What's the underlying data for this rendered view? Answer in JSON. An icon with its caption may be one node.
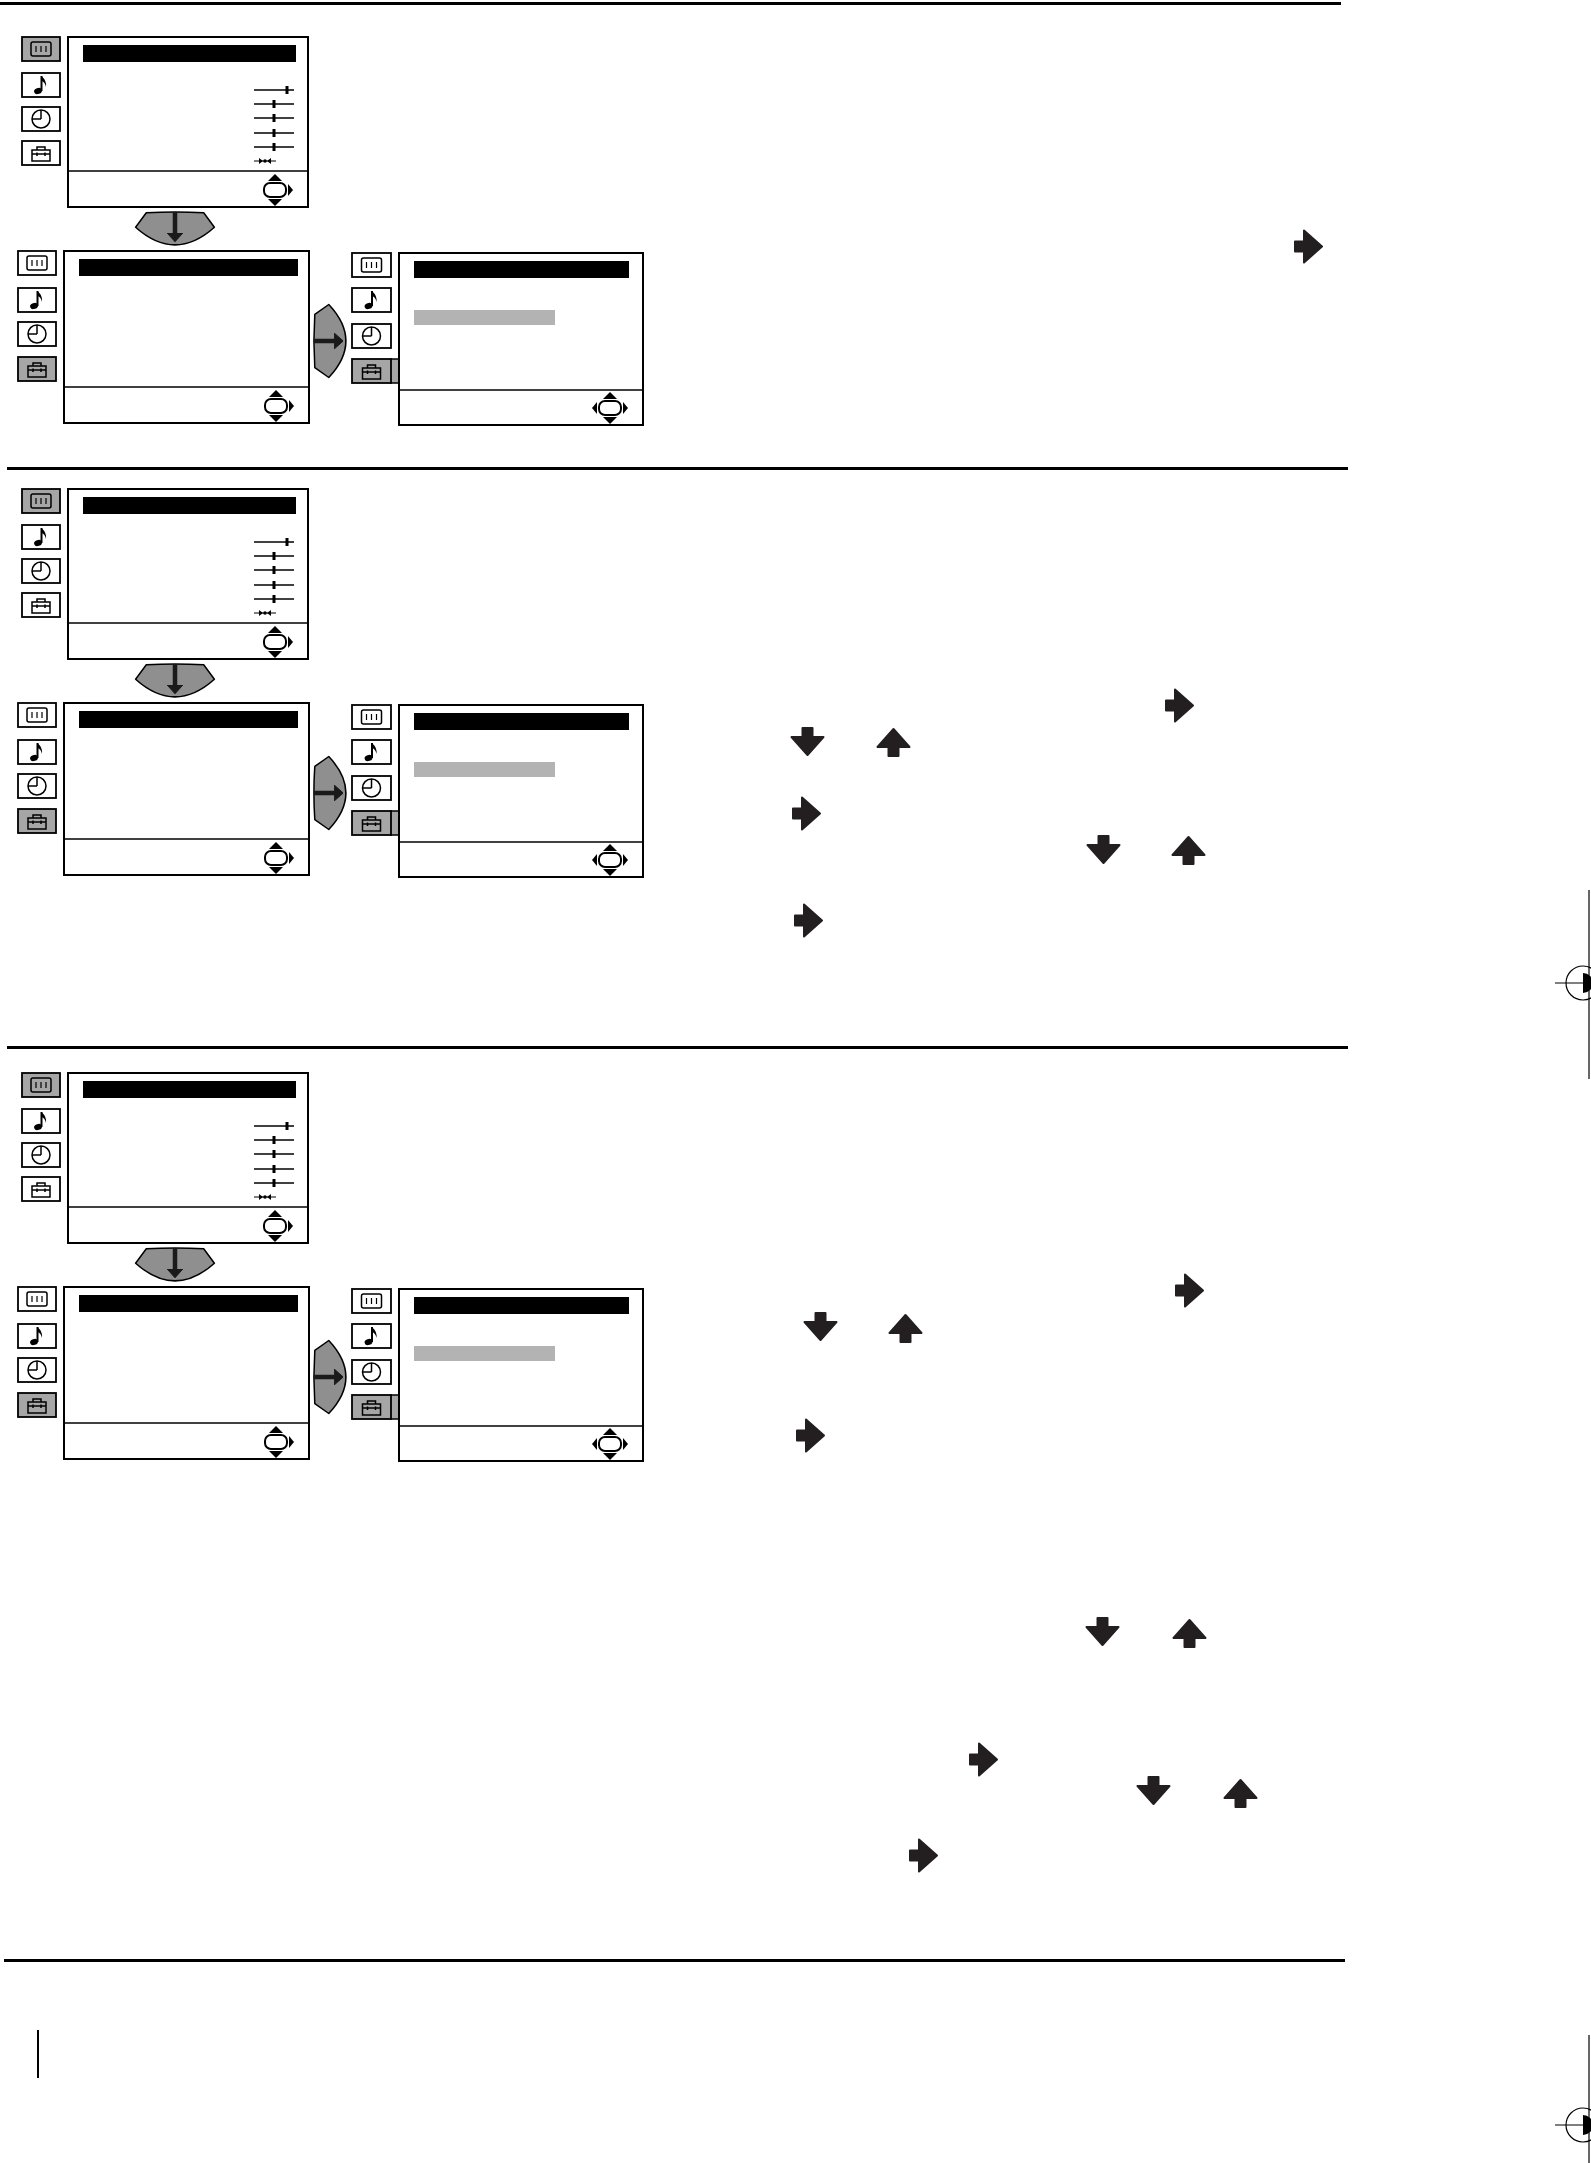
{
  "diagram": {
    "nodes": [
      {
        "text": [],
        "shape": "box"
      },
      {
        "text": [],
        "shape": "box"
      },
      {
        "text": [],
        "shape": "box"
      },
      {
        "text": [],
        "shape": "box"
      },
      {
        "text": [],
        "shape": "box"
      },
      {
        "text": [],
        "shape": "box"
      },
      {
        "text": [],
        "shape": "box"
      },
      {
        "text": [],
        "shape": "box"
      },
      {
        "text": [],
        "shape": "box"
      }
    ],
    "edges": [
      {
        "from": 0,
        "to": 1,
        "arrow": "to"
      },
      {
        "from": 1,
        "to": 2,
        "arrow": "to"
      },
      {
        "from": 3,
        "to": 4,
        "arrow": "to"
      },
      {
        "from": 4,
        "to": 5,
        "arrow": "to"
      },
      {
        "from": 6,
        "to": 7,
        "arrow": "to"
      },
      {
        "from": 7,
        "to": 8,
        "arrow": "to"
      }
    ]
  }
}
